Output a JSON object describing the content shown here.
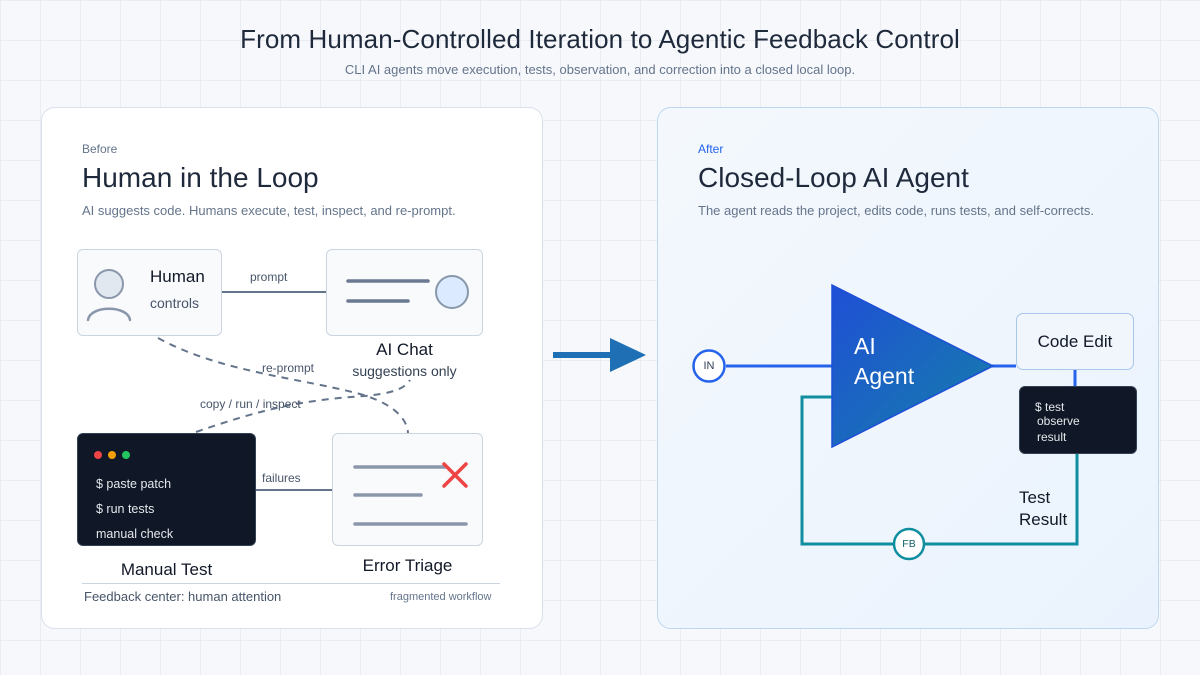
{
  "header": {
    "title": "From Human-Controlled Iteration to Agentic Feedback Control",
    "subtitle": "CLI AI agents move execution, tests, observation, and correction into a closed local loop."
  },
  "before": {
    "eyebrow": "Before",
    "title": "Human in the Loop",
    "description": "AI suggests code. Humans execute, test, inspect, and re-prompt.",
    "human": {
      "title": "Human",
      "subtitle": "controls"
    },
    "ai_chat": {
      "title": "AI Chat",
      "subtitle": "suggestions only"
    },
    "edges": {
      "prompt": "prompt",
      "reprompt": "re-prompt",
      "copy_run_inspect": "copy / run / inspect",
      "failures": "failures"
    },
    "terminal": {
      "lines": [
        "$ paste patch",
        "$ run tests",
        "manual check"
      ],
      "label": "Manual Test"
    },
    "error_triage": {
      "label": "Error Triage"
    },
    "footer": {
      "left": "Feedback center: human attention",
      "right": "fragmented workflow"
    }
  },
  "after": {
    "eyebrow": "After",
    "title": "Closed-Loop AI Agent",
    "description": "The agent reads the project, edits code, runs tests, and self-corrects.",
    "input_node": "IN",
    "agent_label": [
      "AI",
      "Agent"
    ],
    "code_edit": "Code Edit",
    "terminal_lines": [
      "$ test",
      "observe",
      "result"
    ],
    "test_result": [
      "Test",
      "Result"
    ],
    "feedback_node": "FB"
  },
  "colors": {
    "arrow": "#1e6fb4",
    "agent_blue": "#1f4fd6",
    "agent_teal": "#1580a8",
    "loop_teal": "#0f8ea0",
    "input_blue": "#2563eb",
    "error_red": "#ef4444",
    "terminal_bg": "#101827",
    "traffic_red": "#ef4444",
    "traffic_yellow": "#f59e0b",
    "traffic_green": "#22c55e"
  },
  "icons": {
    "human": "person-icon",
    "error": "x-mark-icon",
    "transition": "arrow-right-icon"
  }
}
